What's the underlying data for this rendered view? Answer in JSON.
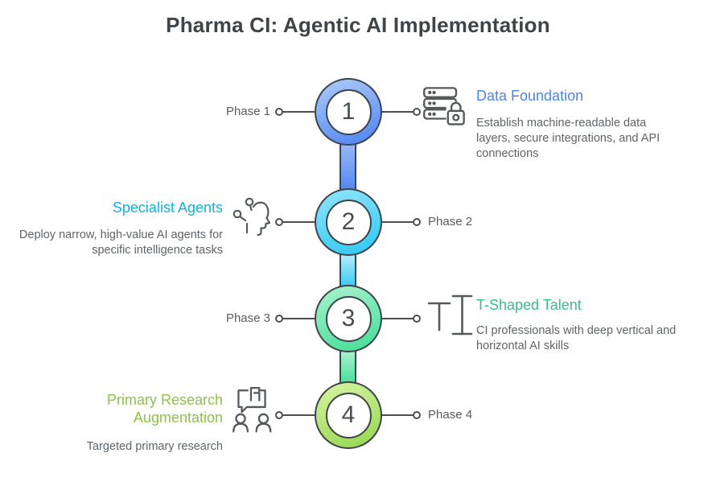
{
  "title": "Pharma CI: Agentic AI Implementation",
  "phases": [
    {
      "number": "1",
      "label": "Phase 1",
      "title": "Data Foundation",
      "description": "Establish machine-readable data layers, secure integrations, and API connections",
      "side": "right",
      "icon": "server-lock-icon",
      "accent_color": "#4a86e8",
      "ring_gradient": [
        "#aecdfa",
        "#4e82f0"
      ]
    },
    {
      "number": "2",
      "label": "Phase 2",
      "title": "Specialist Agents",
      "description": "Deploy narrow, high-value AI agents for specific intelligence tasks",
      "side": "left",
      "icon": "ai-head-icon",
      "accent_color": "#12b2dd",
      "ring_gradient": [
        "#93e5fa",
        "#2ac7f4"
      ]
    },
    {
      "number": "3",
      "label": "Phase 3",
      "title": "T-Shaped Talent",
      "description": "CI professionals with deep vertical and horizontal AI skills",
      "side": "right",
      "icon": "t-shape-icon",
      "accent_color": "#35bf8a",
      "ring_gradient": [
        "#abf2cf",
        "#41dd96"
      ]
    },
    {
      "number": "4",
      "label": "Phase 4",
      "title": "Primary Research Augmentation",
      "description": "Targeted primary research",
      "side": "left",
      "icon": "people-discussion-icon",
      "accent_color": "#8cc348",
      "ring_gradient": [
        "#d9f3a2",
        "#92d74e"
      ]
    }
  ],
  "connector_gradients": [
    [
      "#9dbdf8",
      "#4d82f0"
    ],
    [
      "#c6f0fb",
      "#2ac7f4"
    ],
    [
      "#b6f3d5",
      "#3fdd96"
    ]
  ],
  "outline_color": "#3f444a",
  "body_text_color": "#5f6468",
  "title_color": "#3f4448"
}
